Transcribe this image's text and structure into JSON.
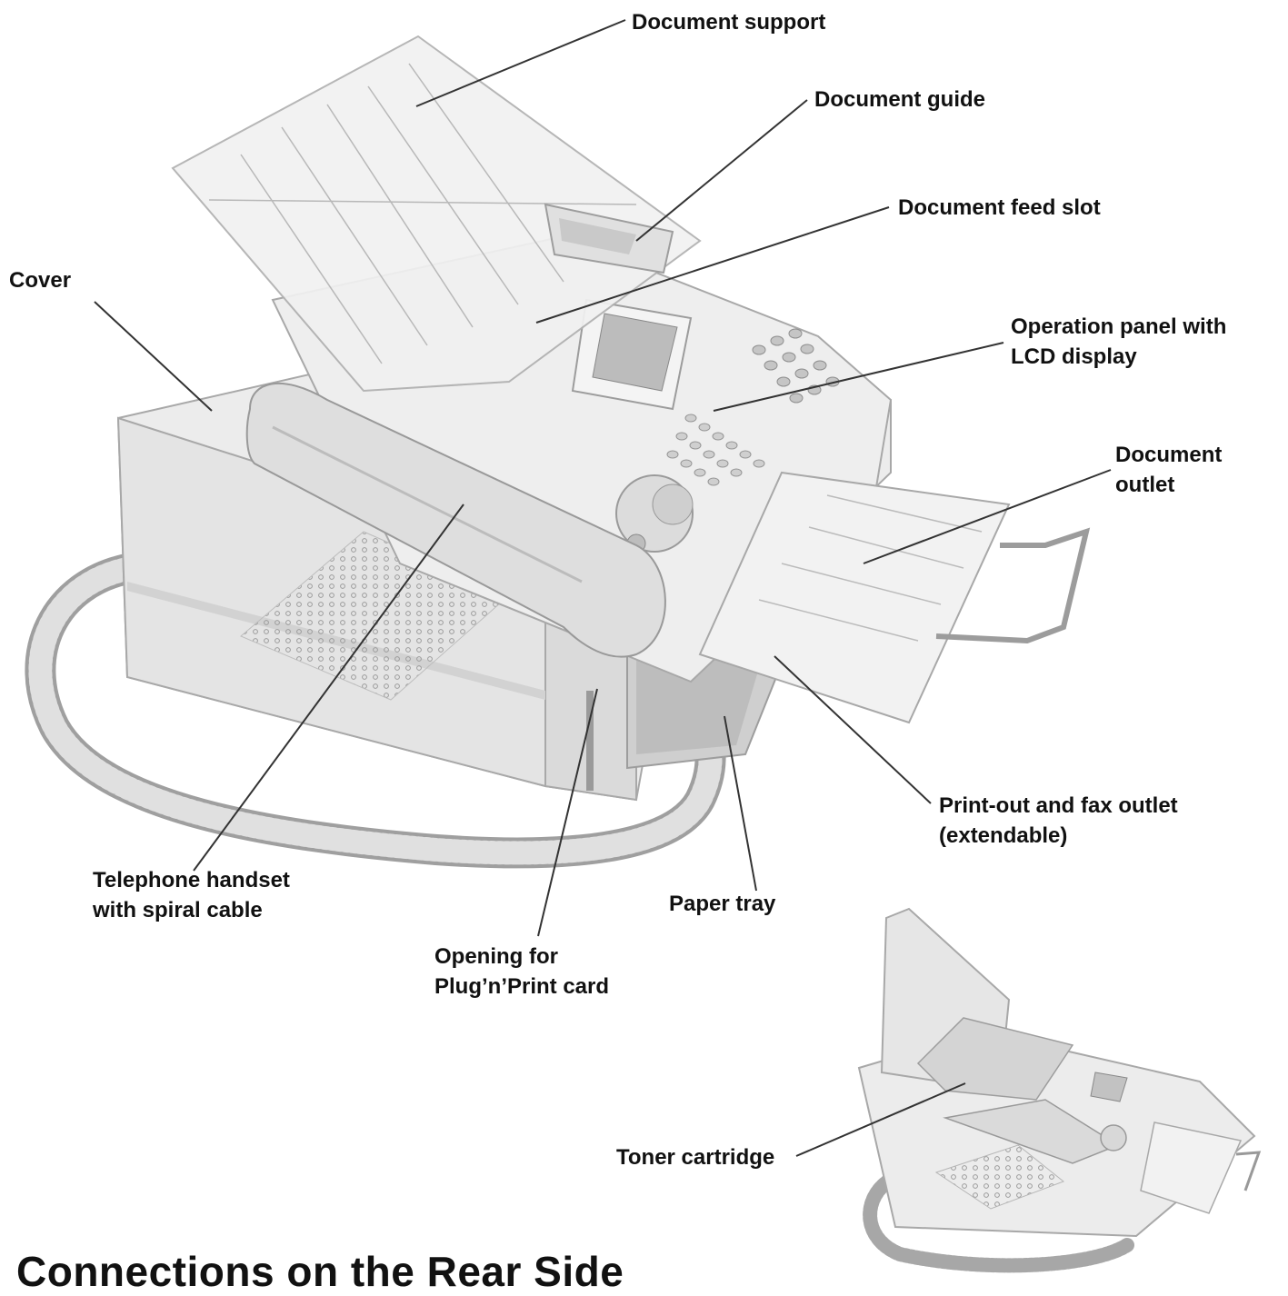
{
  "labels": {
    "document_support": "Document support",
    "document_guide": "Document guide",
    "document_feed_slot": "Document feed slot",
    "cover": "Cover",
    "operation_panel": [
      "Operation panel with",
      "LCD display"
    ],
    "document_outlet": [
      "Document",
      "outlet"
    ],
    "print_out": [
      "Print-out and fax outlet",
      "(extendable)"
    ],
    "telephone_handset": [
      "Telephone handset",
      "with spiral cable"
    ],
    "paper_tray": "Paper tray",
    "opening": [
      "Opening for",
      "Plug’n’Print card"
    ],
    "toner_cartridge": "Toner cartridge"
  },
  "section_heading": "Connections on the Rear Side",
  "colors": {
    "text": "#111111",
    "line": "#333333",
    "body": "#e9e9e9",
    "body_dark": "#cfcfcf",
    "edge": "#a8a8a8"
  }
}
